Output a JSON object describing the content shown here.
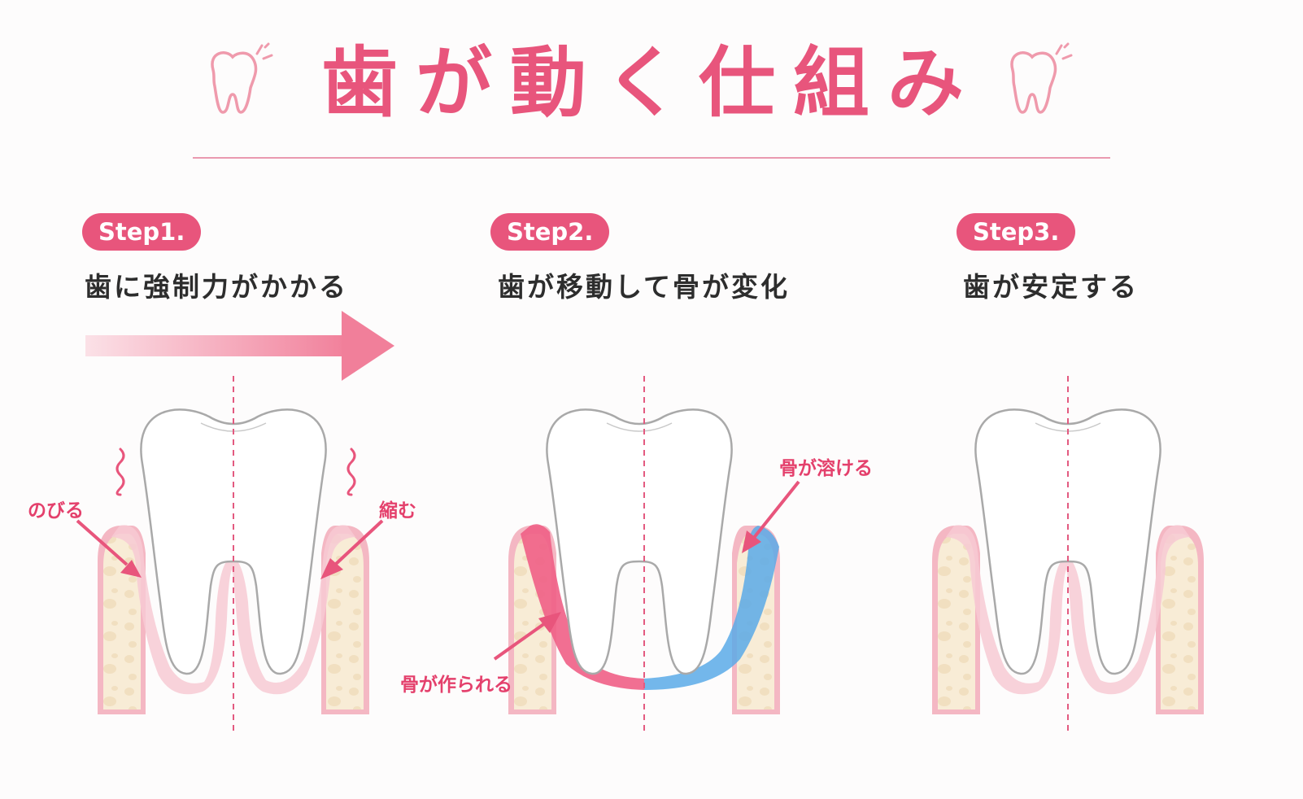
{
  "title": "歯が動く仕組み",
  "steps": [
    {
      "badge": "Step1.",
      "heading": "歯に強制力がかかる"
    },
    {
      "badge": "Step2.",
      "heading": "歯が移動して骨が変化"
    },
    {
      "badge": "Step3.",
      "heading": "歯が安定する"
    }
  ],
  "labels": {
    "stretch": "のびる",
    "compress": "縮む",
    "bone_dissolves": "骨が溶ける",
    "bone_forms": "骨が作られる"
  },
  "colors": {
    "accent": "#e8557c",
    "bone_forming": "#ef5f86",
    "bone_dissolving": "#5aaae8",
    "gum": "#f6c3cc",
    "bone": "#f8ecd6"
  },
  "icons": [
    "tooth-icon",
    "sparkle-icon",
    "force-arrow-icon",
    "wavy-vibration-icon",
    "callout-arrow-icon"
  ]
}
